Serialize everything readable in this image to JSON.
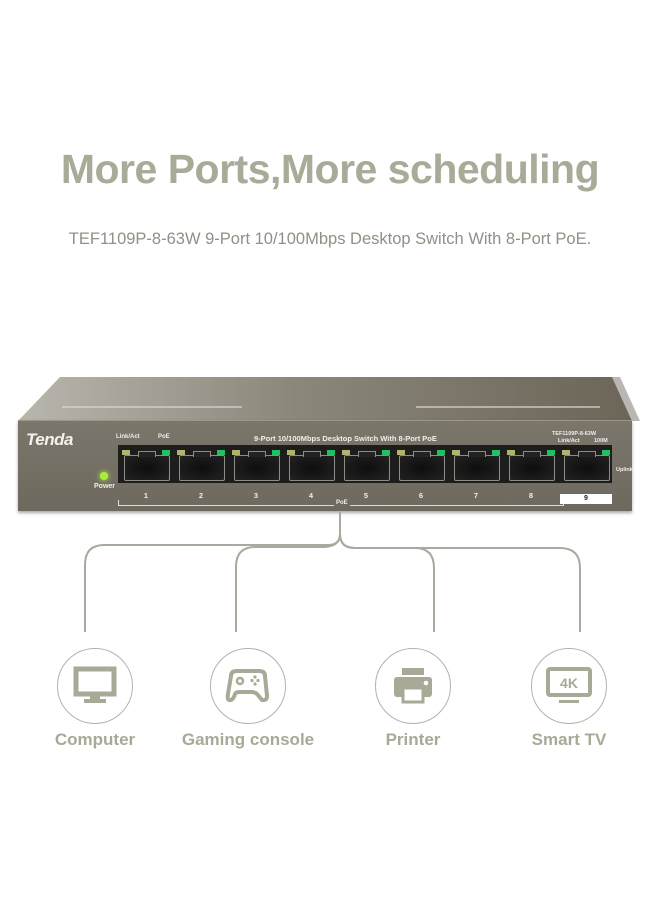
{
  "headline": "More Ports,More scheduling",
  "subline": "TEF1109P-8-63W 9-Port 10/100Mbps Desktop Switch With 8-Port PoE.",
  "switch": {
    "brand": "Tenda",
    "front_title": "9-Port 10/100Mbps Desktop Switch With 8-Port PoE",
    "model": "TEF1109P-8-63W",
    "power_label": "Power",
    "link_act_label": "Link/Act",
    "poe_label": "PoE",
    "uplink_link_act_label": "Link/Act",
    "uplink_speed_label": "100M",
    "uplink_label": "Uplink",
    "poe_group_label": "PoE",
    "ports": [
      "1",
      "2",
      "3",
      "4",
      "5",
      "6",
      "7",
      "8",
      "9"
    ],
    "colors": {
      "body": "#746f64",
      "led_link": "#b3b46c",
      "led_poe": "#22c065",
      "led_power": "#a6f03b"
    }
  },
  "devices": [
    {
      "label": "Computer",
      "icon": "monitor-icon"
    },
    {
      "label": "Gaming console",
      "icon": "gamepad-icon"
    },
    {
      "label": "Printer",
      "icon": "printer-icon"
    },
    {
      "label": "Smart TV",
      "icon": "tv-4k-icon",
      "badge": "4K"
    }
  ],
  "colors": {
    "accent": "#a8a996",
    "line": "#a9a99f",
    "text_muted": "#8f9086"
  }
}
